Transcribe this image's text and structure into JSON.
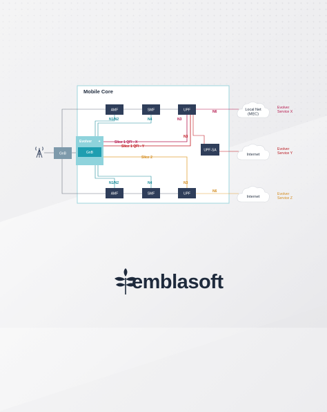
{
  "diagram": {
    "title": "Mobile Core",
    "nodes": {
      "amf_top": "AMF",
      "smf_top": "SMF",
      "upf_top": "UPF",
      "amf_bottom": "AMF",
      "smf_bottom": "SMF",
      "upf_bottom": "UPF",
      "upf_sa": "UPF-SA",
      "gnb_left": "GnB",
      "evolver_label": "Evolver",
      "evolver_gnb": "GnB"
    },
    "interfaces": {
      "n1n2_top": "N1/N2",
      "n4_top": "N4",
      "n3_top": "N3",
      "n6_top": "N6",
      "n3_mid": "N3",
      "n1n2_bottom": "N1/N2",
      "n4_bottom": "N4",
      "n3_bottom": "N3",
      "n6_bottom": "N6"
    },
    "slices": {
      "slice1_x": "Slice 1  QFI - X",
      "slice1_y": "Slice 1  QFI - Y",
      "slice2": "Slice 2"
    },
    "clouds": {
      "mec_line1": "Local Net",
      "mec_line2": "(MEC)",
      "internet_y": "Internet",
      "internet_z": "Internet"
    },
    "services": {
      "x_line1": "Evolver",
      "x_line2": "Service X",
      "y_line1": "Evolver",
      "y_line2": "Service Y",
      "z_line1": "Evolver",
      "z_line2": "Service Z"
    }
  },
  "brand": {
    "logo_text": "emblasoft"
  },
  "colors": {
    "node_fill": "#2f3e5a",
    "evolver_fill": "#8fd3dc",
    "evolver_inner": "#1f9eb0",
    "core_border": "#8fd3dc",
    "teal_line": "#1c8c9a",
    "slice_x": "#b5174d",
    "slice_y": "#c0161e",
    "slice_z": "#e2a33a"
  },
  "icons": {
    "antenna": "antenna-tower-icon",
    "logo_mark": "leaf-tree-icon"
  }
}
